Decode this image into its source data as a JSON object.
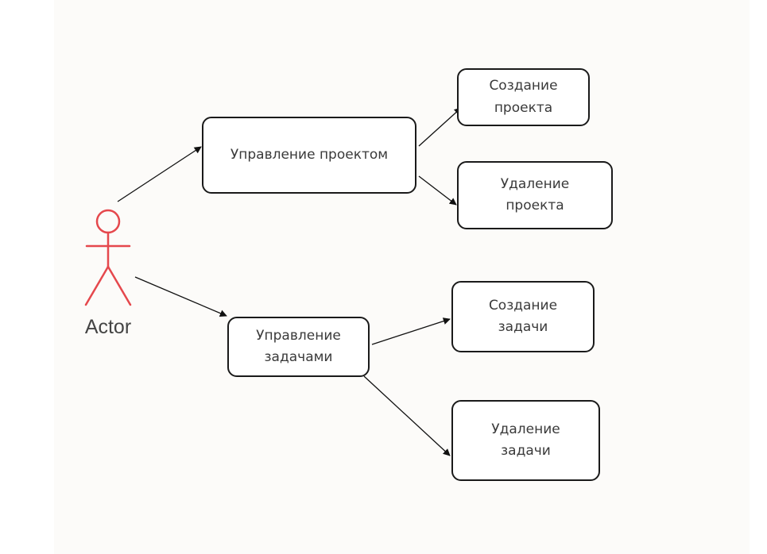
{
  "diagram": {
    "actor": {
      "label": "Actor",
      "color": "#e5484d"
    },
    "nodes": {
      "manage_project": "Управление проектом",
      "create_project": "Создание\nпроекта",
      "delete_project": "Удаление\nпроекта",
      "manage_tasks": "Управление\nзадачами",
      "create_task": "Создание\nзадачи",
      "delete_task": "Удаление\nзадачи"
    },
    "edges": [
      {
        "from": "actor",
        "to": "manage_project"
      },
      {
        "from": "actor",
        "to": "manage_tasks"
      },
      {
        "from": "manage_project",
        "to": "create_project"
      },
      {
        "from": "manage_project",
        "to": "delete_project"
      },
      {
        "from": "manage_tasks",
        "to": "create_task"
      },
      {
        "from": "manage_tasks",
        "to": "delete_task"
      }
    ]
  }
}
